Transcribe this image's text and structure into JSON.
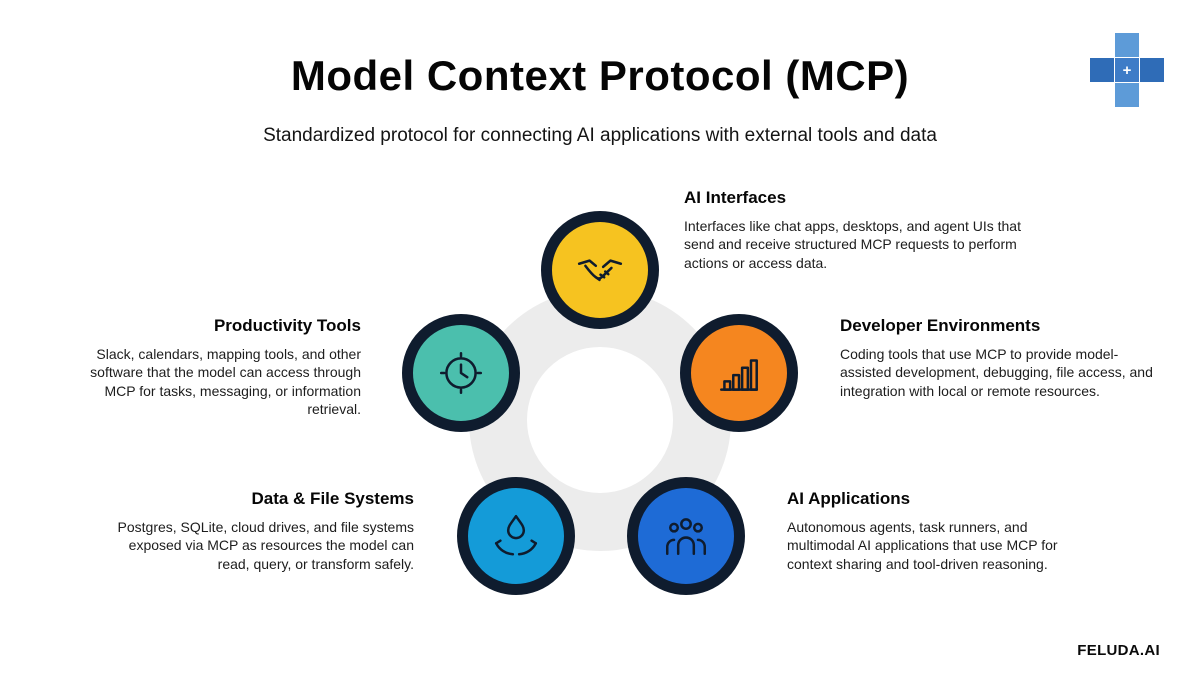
{
  "header": {
    "title": "Model Context Protocol (MCP)",
    "subtitle": "Standardized protocol for connecting AI applications with external tools and data"
  },
  "footer": {
    "brand": "FELUDA.AI"
  },
  "colors": {
    "node_border": "#0f1c2e",
    "ring": "#ececec",
    "background": "#ffffff"
  },
  "logo": {
    "squares": [
      "#5d9bd8",
      "#2f6cb7",
      "#3e7cc7",
      "#2f6cb7",
      "#5d9bd8"
    ],
    "plus_glyph": "+"
  },
  "nodes": [
    {
      "id": "ai-interfaces",
      "title": "AI Interfaces",
      "description": "Interfaces like chat apps, desktops, and agent UIs that send and receive structured MCP requests to perform actions or access data.",
      "color": "#f6c320",
      "icon": "handshake-icon"
    },
    {
      "id": "productivity-tools",
      "title": "Productivity Tools",
      "description": "Slack, calendars, mapping tools, and other software that the model can access through MCP for tasks, messaging, or information retrieval.",
      "color": "#4bbfad",
      "icon": "clock-icon"
    },
    {
      "id": "developer-environments",
      "title": "Developer Environments",
      "description": "Coding tools that use MCP to provide model-assisted development, debugging, file access, and integration with local or remote resources.",
      "color": "#f5861f",
      "icon": "bar-chart-icon"
    },
    {
      "id": "data-file-systems",
      "title": "Data & File Systems",
      "description": "Postgres, SQLite, cloud drives, and file systems exposed via MCP as resources the model can read, query, or transform safely.",
      "color": "#149bd8",
      "icon": "water-hands-icon"
    },
    {
      "id": "ai-applications",
      "title": "AI Applications",
      "description": "Autonomous agents, task runners, and multimodal AI applications that use MCP for context sharing and tool-driven reasoning.",
      "color": "#1e6bd6",
      "icon": "people-icon"
    }
  ]
}
